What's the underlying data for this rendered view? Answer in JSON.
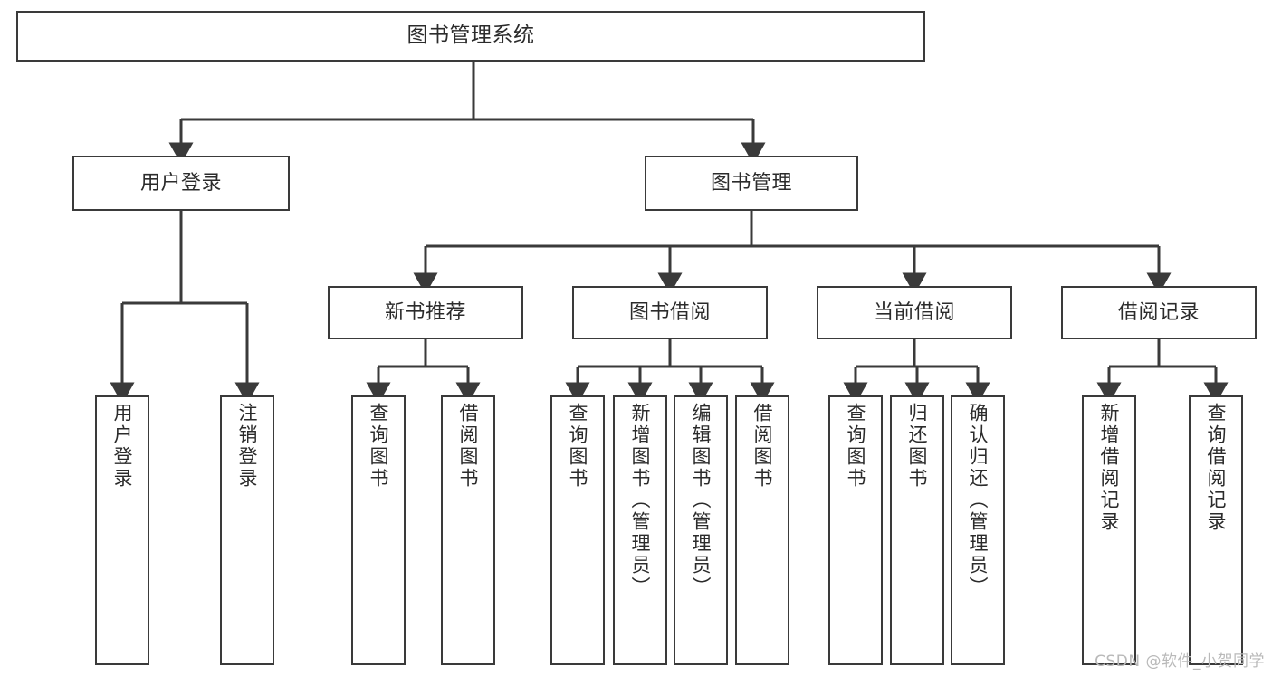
{
  "diagram": {
    "type": "tree",
    "title": "图书管理系统",
    "orientation": "top-down",
    "colors": {
      "box_border": "#3a3a3a",
      "box_fill": "#ffffff",
      "line": "#3a3a3a",
      "text": "#2b2b2b",
      "watermark": "#b9b9b9",
      "background": "#ffffff"
    }
  },
  "root": {
    "label": "图书管理系统"
  },
  "level2": [
    {
      "id": "user-login",
      "label": "用户登录"
    },
    {
      "id": "book-manage",
      "label": "图书管理"
    }
  ],
  "level3": [
    {
      "id": "new-book-recommend",
      "label": "新书推荐"
    },
    {
      "id": "book-borrow",
      "label": "图书借阅"
    },
    {
      "id": "current-borrow",
      "label": "当前借阅"
    },
    {
      "id": "borrow-record",
      "label": "借阅记录"
    }
  ],
  "leaves": {
    "user_login": [
      {
        "id": "leaf-user-login",
        "label": "用户登录"
      },
      {
        "id": "leaf-logout-login",
        "label": "注销登录"
      }
    ],
    "new_book_recommend": [
      {
        "id": "leaf-query-book-1",
        "label": "查询图书"
      },
      {
        "id": "leaf-borrow-book-1",
        "label": "借阅图书"
      }
    ],
    "book_borrow": [
      {
        "id": "leaf-query-book-2",
        "label": "查询图书"
      },
      {
        "id": "leaf-add-book",
        "label": "新增图书（管理员）"
      },
      {
        "id": "leaf-edit-book",
        "label": "编辑图书（管理员）"
      },
      {
        "id": "leaf-borrow-book-2",
        "label": "借阅图书"
      }
    ],
    "current_borrow": [
      {
        "id": "leaf-query-book-3",
        "label": "查询图书"
      },
      {
        "id": "leaf-return-book",
        "label": "归还图书"
      },
      {
        "id": "leaf-confirm-return",
        "label": "确认归还（管理员）"
      }
    ],
    "borrow_record": [
      {
        "id": "leaf-add-record",
        "label": "新增借阅记录"
      },
      {
        "id": "leaf-query-record",
        "label": "查询借阅记录"
      }
    ]
  },
  "watermark": {
    "text": "CSDN @软件_小贺同学"
  }
}
